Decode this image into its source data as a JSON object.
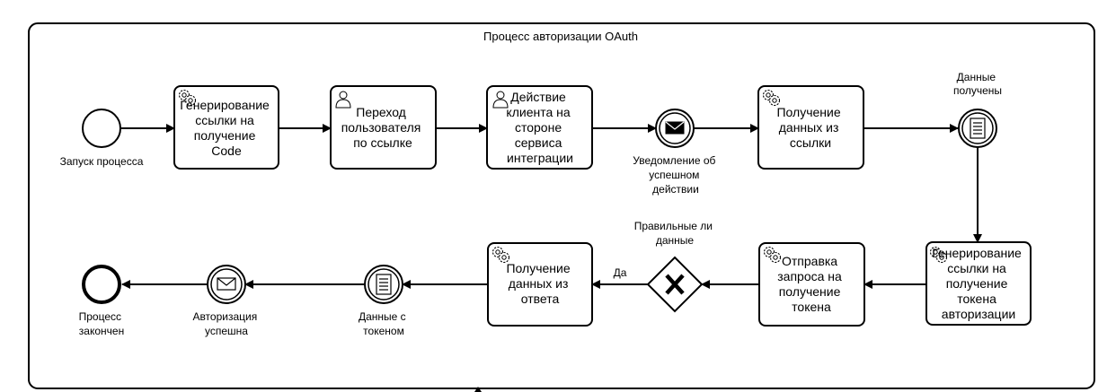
{
  "pool": {
    "title": "Процесс авторизации OAuth"
  },
  "start_event": {
    "label": "Запуск процесса"
  },
  "tasks": {
    "gen_link_code": {
      "lines": [
        "Генерирование",
        "ссылки на",
        "получение",
        "Code"
      ]
    },
    "follow_link": {
      "lines": [
        "Переход",
        "пользователя",
        "по ссылке"
      ]
    },
    "client_action": {
      "lines": [
        "Действие",
        "клиента на",
        "стороне",
        "сервиса",
        "интеграции"
      ]
    },
    "get_link_data": {
      "lines": [
        "Получение",
        "данных из",
        "ссылки"
      ]
    },
    "gen_link_token": {
      "lines": [
        "Генерирование",
        "ссылки на",
        "получение",
        "токена",
        "авторизации"
      ]
    },
    "send_token_request": {
      "lines": [
        "Отправка",
        "запроса на",
        "получение",
        "токена"
      ]
    },
    "get_response_data": {
      "lines": [
        "Получение",
        "данных из",
        "ответа"
      ]
    }
  },
  "events": {
    "success_notification": {
      "lines": [
        "Уведомление об",
        "успешном",
        "действии"
      ]
    },
    "data_received": {
      "lines": [
        "Данные",
        "получены"
      ]
    },
    "token_data": {
      "lines": [
        "Данные с",
        "токеном"
      ]
    },
    "auth_success": {
      "lines": [
        "Авторизация",
        "успешна"
      ]
    },
    "process_end": {
      "lines": [
        "Процесс",
        "закончен"
      ]
    }
  },
  "gateway": {
    "lines": [
      "Правильные ли",
      "данные"
    ],
    "flow_yes": "Да"
  }
}
